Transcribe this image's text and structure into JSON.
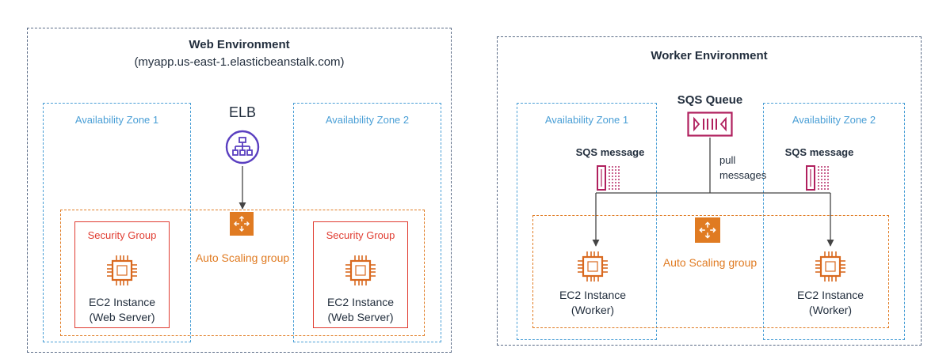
{
  "web_env": {
    "title": "Web Environment",
    "subtitle": "(myapp.us-east-1.elasticbeanstalk.com)",
    "az1_label": "Availability Zone 1",
    "az2_label": "Availability Zone 2",
    "elb_label": "ELB",
    "asg_label": "Auto Scaling group",
    "sg1_label": "Security Group",
    "sg2_label": "Security Group",
    "instance1_line1": "EC2 Instance",
    "instance1_line2": "(Web Server)",
    "instance2_line1": "EC2 Instance",
    "instance2_line2": "(Web Server)"
  },
  "worker_env": {
    "title": "Worker Environment",
    "queue_label": "SQS Queue",
    "az1_label": "Availability Zone 1",
    "az2_label": "Availability Zone 2",
    "msg1_label": "SQS message",
    "msg2_label": "SQS message",
    "pull_line1": "pull",
    "pull_line2": "messages",
    "asg_label": "Auto Scaling group",
    "instance1_line1": "EC2 Instance",
    "instance1_line2": "(Worker)",
    "instance2_line1": "EC2 Instance",
    "instance2_line2": "(Worker)"
  },
  "colors": {
    "environment_border": "#5a6b86",
    "availability_zone": "#4a9fd6",
    "auto_scaling": "#e07b22",
    "security_group": "#e03c31",
    "elb": "#5a3fc0",
    "sqs": "#b0205e",
    "ec2": "#d9691f"
  },
  "icons": [
    "elb-icon",
    "auto-scaling-icon",
    "ec2-chip-icon",
    "sqs-queue-icon",
    "sqs-message-icon"
  ]
}
